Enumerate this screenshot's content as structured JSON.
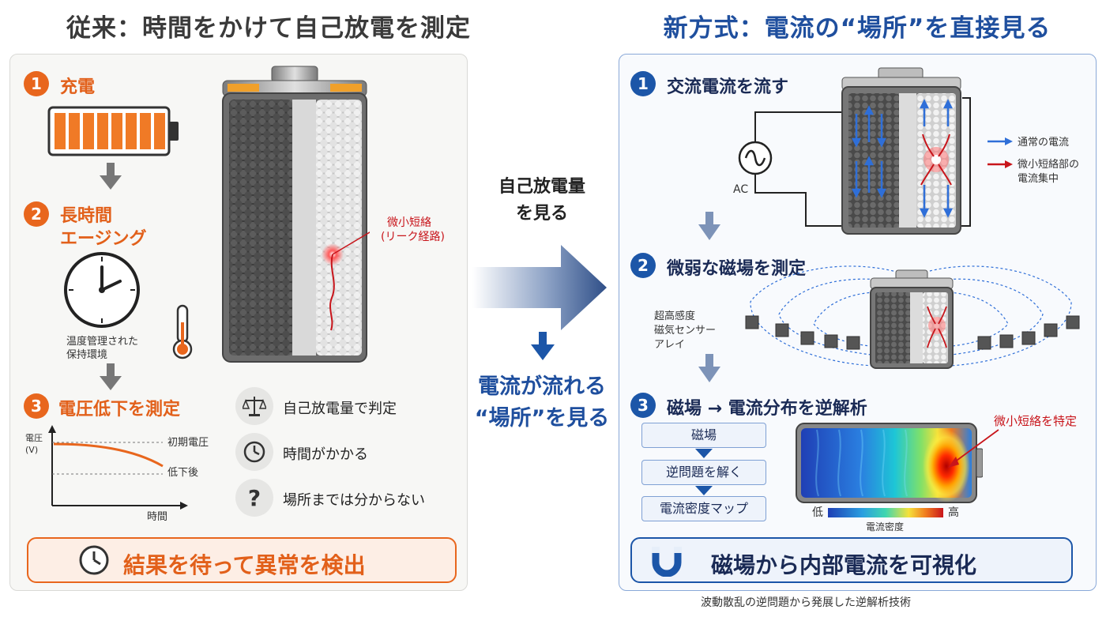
{
  "left": {
    "title": "従来：時間をかけて自己放電を測定",
    "step1": {
      "num": "1",
      "label": "充電"
    },
    "step2": {
      "num": "2",
      "label_line1": "長時間",
      "label_line2": "エージング",
      "env_line1": "温度管理された",
      "env_line2": "保持環境"
    },
    "step3": {
      "num": "3",
      "label": "電圧低下を測定"
    },
    "graph": {
      "ylabel_line1": "電圧",
      "ylabel_line2": "(V)",
      "xlabel": "時間",
      "initial_label": "初期電圧",
      "after_label": "低下後"
    },
    "battery_callout": {
      "line1": "微小短絡",
      "line2": "(リーク経路)"
    },
    "features": [
      {
        "icon": "scale-icon",
        "text": "自己放電量で判定"
      },
      {
        "icon": "clock-icon",
        "text": "時間がかかる"
      },
      {
        "icon": "question-icon",
        "text": "場所までは分からない"
      }
    ],
    "result": "結果を待って異常を検出"
  },
  "middle": {
    "top_line1": "自己放電量",
    "top_line2": "を見る",
    "bottom_line1": "電流が流れる",
    "bottom_line2": "“場所”を見る"
  },
  "right": {
    "title": "新方式：電流の“場所”を直接見る",
    "step1": {
      "num": "1",
      "label": "交流電流を流す",
      "ac_label": "AC"
    },
    "legend": {
      "normal": "通常の電流",
      "short_line1": "微小短絡部の",
      "short_line2": "電流集中"
    },
    "step2": {
      "num": "2",
      "label": "微弱な磁場を測定",
      "sensor_line1": "超高感度",
      "sensor_line2": "磁気センサー",
      "sensor_line3": "アレイ"
    },
    "step3": {
      "num": "3",
      "label": "磁場 → 電流分布を逆解析"
    },
    "flow": [
      "磁場",
      "逆問題を解く",
      "電流密度マップ"
    ],
    "heatmap": {
      "callout": "微小短絡を特定",
      "low": "低",
      "high": "高",
      "axis": "電流密度"
    },
    "result": "磁場から内部電流を可視化",
    "footer": "波動散乱の逆問題から発展した逆解析技術"
  },
  "colors": {
    "orange": "#e8661d",
    "blue": "#1c56a8",
    "navy": "#1a2a55",
    "red": "#c8151b"
  }
}
